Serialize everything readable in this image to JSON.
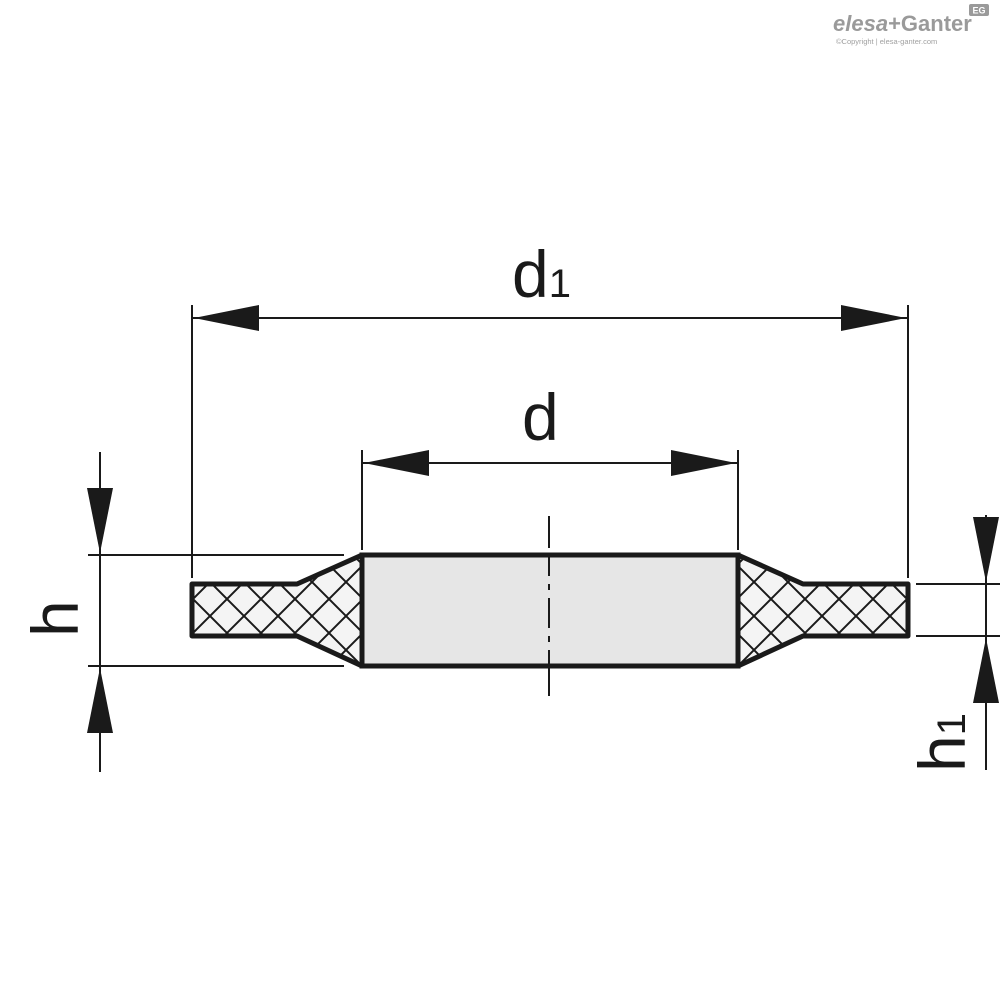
{
  "brand": {
    "name_part1": "elesa",
    "plus": "+",
    "name_part2": "Ganter",
    "copyright": "©Copyright | elesa-ganter.com",
    "badge": "EG"
  },
  "dimensions": {
    "d1": {
      "main": "d",
      "sub": "1"
    },
    "d": {
      "main": "d"
    },
    "h": {
      "main": "h"
    },
    "h1": {
      "main": "h",
      "sub": "1"
    }
  },
  "colors": {
    "line": "#1a1a1a",
    "hub_fill": "#e6e6e6",
    "flange_fill": "#f0f0f0",
    "brand_gray": "#9a9a9a"
  }
}
